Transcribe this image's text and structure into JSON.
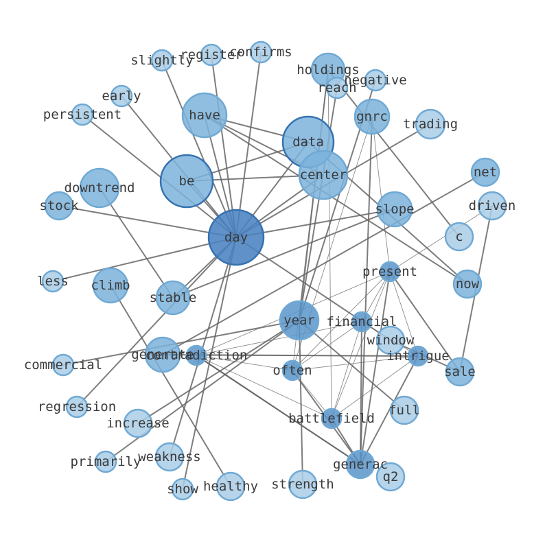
{
  "graph": {
    "nodes": [
      {
        "id": "day",
        "label": "day"
      },
      {
        "id": "data",
        "label": "data"
      },
      {
        "id": "be",
        "label": "be"
      },
      {
        "id": "center",
        "label": "center"
      },
      {
        "id": "have",
        "label": "have"
      },
      {
        "id": "year",
        "label": "year"
      },
      {
        "id": "slope",
        "label": "slope"
      },
      {
        "id": "holdings",
        "label": "holdings"
      },
      {
        "id": "downtrend",
        "label": "downtrend"
      },
      {
        "id": "stable",
        "label": "stable"
      },
      {
        "id": "generac",
        "label": "generac"
      },
      {
        "id": "stock",
        "label": "stock"
      },
      {
        "id": "net",
        "label": "net"
      },
      {
        "id": "sale",
        "label": "sale"
      },
      {
        "id": "now",
        "label": "now"
      },
      {
        "id": "gnrc",
        "label": "gnrc"
      },
      {
        "id": "climb",
        "label": "climb"
      },
      {
        "id": "generate",
        "label": "generate"
      },
      {
        "id": "trading",
        "label": "trading"
      },
      {
        "id": "driven",
        "label": "driven"
      },
      {
        "id": "c",
        "label": "c"
      },
      {
        "id": "window",
        "label": "window"
      },
      {
        "id": "full",
        "label": "full"
      },
      {
        "id": "healthy",
        "label": "healthy"
      },
      {
        "id": "strength",
        "label": "strength"
      },
      {
        "id": "weakness",
        "label": "weakness"
      },
      {
        "id": "increase",
        "label": "increase"
      },
      {
        "id": "q2",
        "label": "q2"
      },
      {
        "id": "reach",
        "label": "reach"
      },
      {
        "id": "negative",
        "label": "negative"
      },
      {
        "id": "confirms",
        "label": "confirms"
      },
      {
        "id": "register",
        "label": "register"
      },
      {
        "id": "slightly",
        "label": "slightly"
      },
      {
        "id": "early",
        "label": "early"
      },
      {
        "id": "persistent",
        "label": "persistent"
      },
      {
        "id": "less",
        "label": "less"
      },
      {
        "id": "commercial",
        "label": "commercial"
      },
      {
        "id": "regression",
        "label": "regression"
      },
      {
        "id": "primarily",
        "label": "primarily"
      },
      {
        "id": "show",
        "label": "show"
      },
      {
        "id": "present",
        "label": "present"
      },
      {
        "id": "financial",
        "label": "financial"
      },
      {
        "id": "contradiction",
        "label": "contradiction"
      },
      {
        "id": "often",
        "label": "often"
      },
      {
        "id": "intrigue",
        "label": "intrigue"
      },
      {
        "id": "battlefield",
        "label": "battlefield"
      }
    ],
    "edges": [
      [
        "day",
        "data"
      ],
      [
        "day",
        "be"
      ],
      [
        "day",
        "center"
      ],
      [
        "day",
        "have"
      ],
      [
        "day",
        "slope"
      ],
      [
        "day",
        "stock"
      ],
      [
        "day",
        "less"
      ],
      [
        "day",
        "early"
      ],
      [
        "day",
        "persistent"
      ],
      [
        "day",
        "slightly"
      ],
      [
        "day",
        "register"
      ],
      [
        "day",
        "confirms"
      ],
      [
        "day",
        "weakness"
      ],
      [
        "day",
        "show"
      ],
      [
        "day",
        "window"
      ],
      [
        "day",
        "trading"
      ],
      [
        "day",
        "stable"
      ],
      [
        "day",
        "regression"
      ],
      [
        "be",
        "data"
      ],
      [
        "be",
        "center"
      ],
      [
        "have",
        "data"
      ],
      [
        "have",
        "center"
      ],
      [
        "have",
        "now"
      ],
      [
        "data",
        "now"
      ],
      [
        "downtrend",
        "stable"
      ],
      [
        "climb",
        "healthy"
      ],
      [
        "year",
        "holdings"
      ],
      [
        "year",
        "full"
      ],
      [
        "year",
        "strength"
      ],
      [
        "year",
        "primarily"
      ],
      [
        "year",
        "commercial"
      ],
      [
        "year",
        "increase"
      ],
      [
        "year",
        "reach"
      ],
      [
        "year",
        "negative"
      ],
      [
        "generac",
        "contradiction"
      ],
      [
        "generate",
        "intrigue"
      ],
      [
        "generate",
        "net"
      ],
      [
        "sale",
        "driven"
      ],
      [
        "sale",
        "window"
      ],
      [
        "c",
        "holdings"
      ],
      [
        "slope",
        "stable"
      ],
      [
        "present",
        "often"
      ],
      [
        "present",
        "battlefield"
      ],
      [
        "present",
        "generac"
      ],
      [
        "present",
        "financial"
      ],
      [
        "present",
        "contradiction"
      ],
      [
        "present",
        "intrigue"
      ],
      [
        "present",
        "gnrc"
      ],
      [
        "present",
        "sale"
      ],
      [
        "present",
        "driven"
      ],
      [
        "financial",
        "often"
      ],
      [
        "financial",
        "battlefield"
      ],
      [
        "financial",
        "contradiction"
      ],
      [
        "financial",
        "intrigue"
      ],
      [
        "financial",
        "generac"
      ],
      [
        "contradiction",
        "often"
      ],
      [
        "contradiction",
        "battlefield"
      ],
      [
        "contradiction",
        "intrigue"
      ],
      [
        "contradiction",
        "generac"
      ],
      [
        "often",
        "battlefield"
      ],
      [
        "often",
        "intrigue"
      ],
      [
        "often",
        "generac"
      ],
      [
        "intrigue",
        "battlefield"
      ],
      [
        "intrigue",
        "generac"
      ],
      [
        "battlefield",
        "generac"
      ],
      [
        "gnrc",
        "generac"
      ],
      [
        "gnrc",
        "often"
      ],
      [
        "holdings",
        "often"
      ],
      [
        "holdings",
        "battlefield"
      ]
    ]
  }
}
